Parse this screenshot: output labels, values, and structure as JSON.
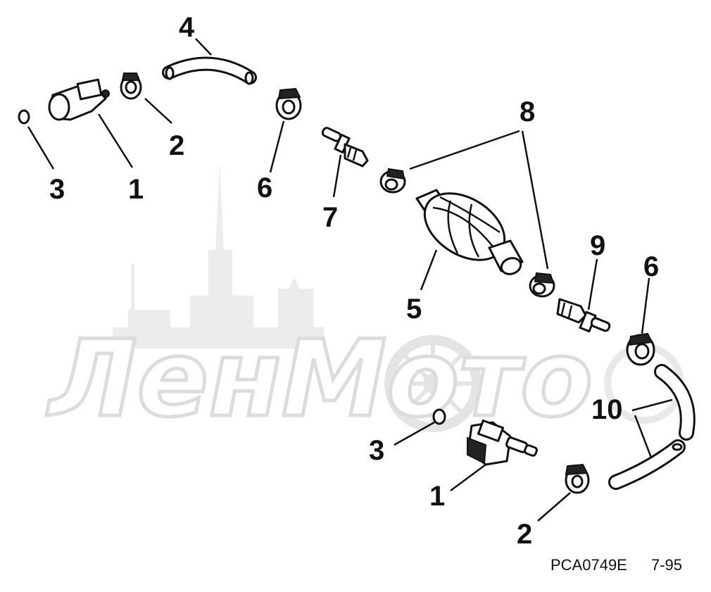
{
  "watermark": {
    "text": "ЛенМото"
  },
  "callouts": {
    "c1a": "1",
    "c2a": "2",
    "c3a": "3",
    "c4": "4",
    "c6a": "6",
    "c7": "7",
    "c8": "8",
    "c5": "5",
    "c9": "9",
    "c6b": "6",
    "c10": "10",
    "c3b": "3",
    "c1b": "1",
    "c2b": "2"
  },
  "footer": {
    "code": "PCA0749E",
    "date": "7-95"
  }
}
